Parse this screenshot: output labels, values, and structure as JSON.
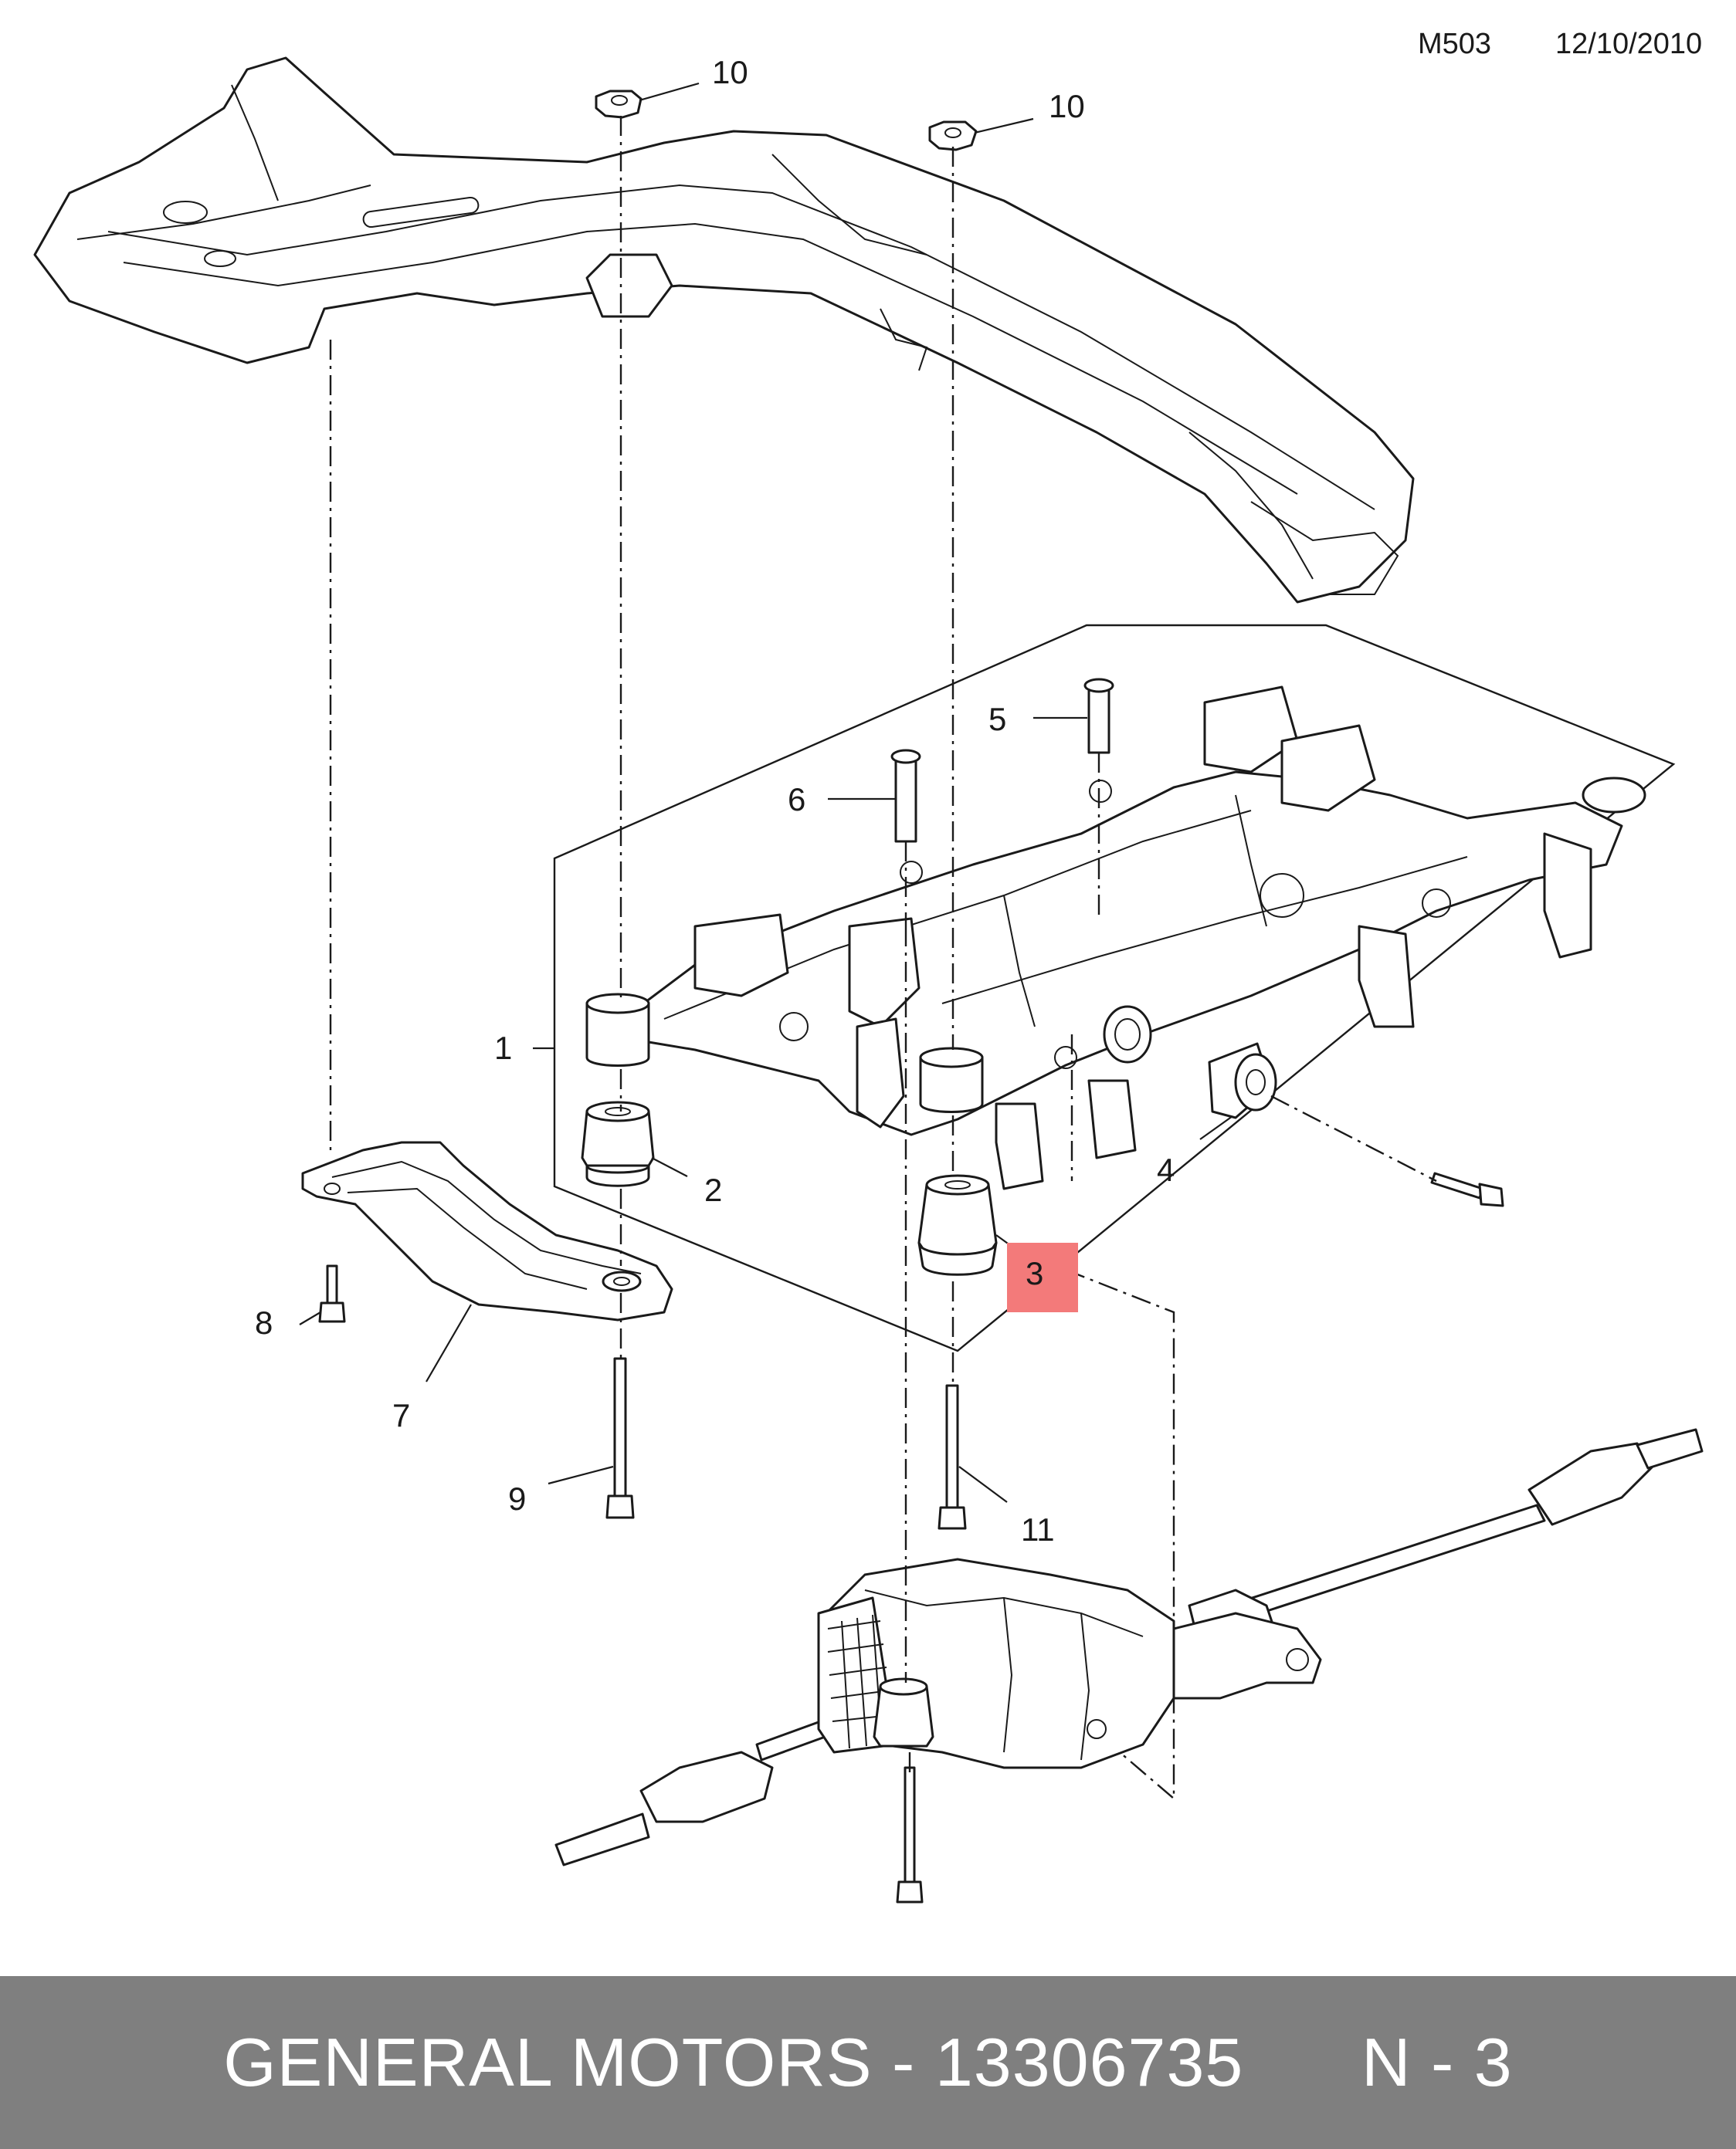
{
  "header": {
    "code": "M503",
    "date": "12/10/2010"
  },
  "callouts": [
    {
      "id": "1",
      "label": "1"
    },
    {
      "id": "2",
      "label": "2"
    },
    {
      "id": "3",
      "label": "3",
      "highlighted": true
    },
    {
      "id": "4",
      "label": "4"
    },
    {
      "id": "5",
      "label": "5"
    },
    {
      "id": "6",
      "label": "6"
    },
    {
      "id": "7",
      "label": "7"
    },
    {
      "id": "8",
      "label": "8"
    },
    {
      "id": "9",
      "label": "9"
    },
    {
      "id": "10a",
      "label": "10"
    },
    {
      "id": "10b",
      "label": "10"
    },
    {
      "id": "11",
      "label": "11"
    }
  ],
  "colors": {
    "highlight": "#f37a7a",
    "footer_bg": "#7f7f7f",
    "footer_text": "#ffffff"
  },
  "footer": {
    "brand": "GENERAL MOTORS",
    "part_number": "13306735",
    "position": "N - 3"
  }
}
